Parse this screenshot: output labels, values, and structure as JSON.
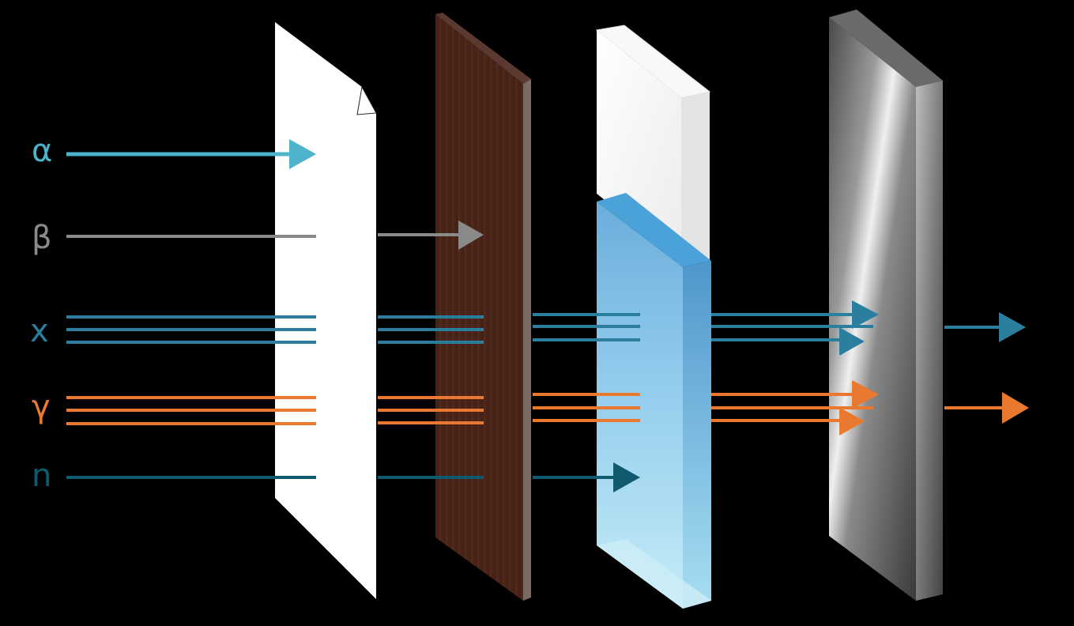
{
  "diagram": {
    "background": "#000000",
    "radiations": [
      {
        "id": "alpha",
        "symbol": "α",
        "color": "#4db4cc",
        "lines": 1,
        "stops_at": "paper"
      },
      {
        "id": "beta",
        "symbol": "β",
        "color": "#8a8a8a",
        "lines": 1,
        "stops_at": "wood"
      },
      {
        "id": "xray",
        "symbol": "x",
        "color": "#2a7f9e",
        "lines": 3,
        "stops_at": "none"
      },
      {
        "id": "gamma",
        "symbol": "γ",
        "color": "#e8792e",
        "lines": 3,
        "stops_at": "none"
      },
      {
        "id": "neutron",
        "symbol": "n",
        "color": "#0f5a6e",
        "lines": 1,
        "stops_at": "water"
      }
    ],
    "barriers": [
      {
        "id": "paper",
        "fill": "#ffffff"
      },
      {
        "id": "wood",
        "fill": "#4a2418"
      },
      {
        "id": "water",
        "fill": "#8fc8e6"
      },
      {
        "id": "metal",
        "fill": "#8c8c8c"
      }
    ]
  }
}
